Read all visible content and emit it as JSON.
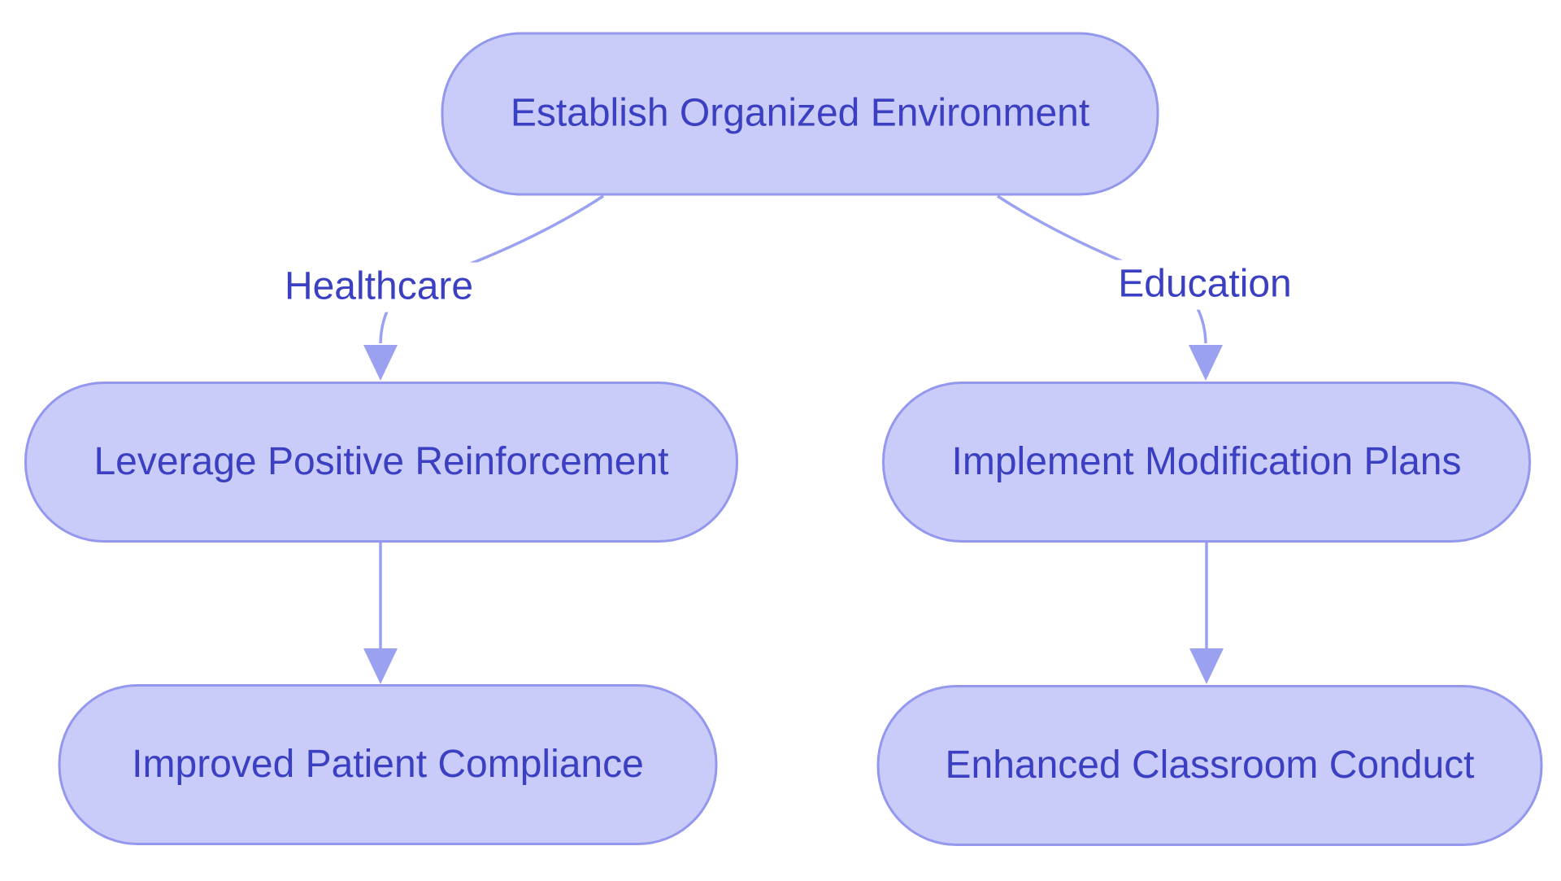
{
  "diagram": {
    "type": "flowchart",
    "direction": "top-down",
    "nodes": [
      {
        "id": "root",
        "label": "Establish Organized Environment"
      },
      {
        "id": "healthcare-action",
        "label": "Leverage Positive Reinforcement"
      },
      {
        "id": "education-action",
        "label": "Implement Modification Plans"
      },
      {
        "id": "healthcare-outcome",
        "label": "Improved Patient Compliance"
      },
      {
        "id": "education-outcome",
        "label": "Enhanced Classroom Conduct"
      }
    ],
    "edges": [
      {
        "from": "root",
        "to": "healthcare-action",
        "label": "Healthcare"
      },
      {
        "from": "root",
        "to": "education-action",
        "label": "Education"
      },
      {
        "from": "healthcare-action",
        "to": "healthcare-outcome",
        "label": ""
      },
      {
        "from": "education-action",
        "to": "education-outcome",
        "label": ""
      }
    ],
    "colors": {
      "background": "#ffffff",
      "node_fill": "#c9cbf8",
      "node_border": "#9398ee",
      "node_text": "#3b3fc1",
      "edge_line": "#9ba1f1",
      "edge_label_text": "#3b3fc1"
    }
  }
}
